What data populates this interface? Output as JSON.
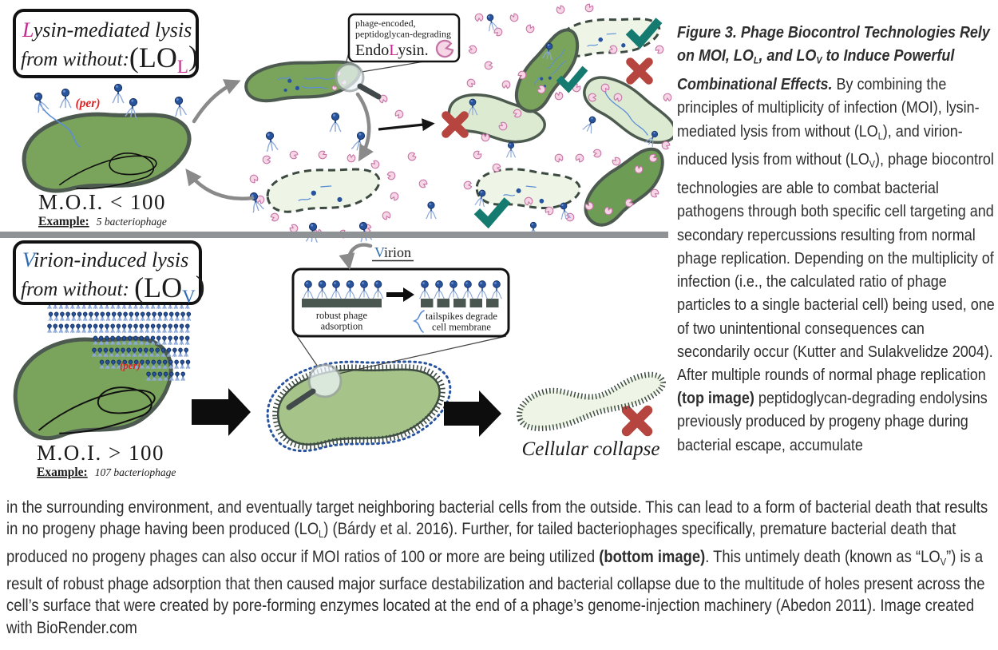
{
  "lol_panel": {
    "title": {
      "initial": "L",
      "rest": "ysin-mediated lysis",
      "line2": "from without:",
      "lo_open": "(LO",
      "lo_sub": "L",
      "lo_close": ")"
    },
    "per_label": "(per)",
    "moi_label": "M.O.I. < 100",
    "example_label": "Example:",
    "example_value": "5 bacteriophage",
    "endolysin_box": {
      "line1": "phage-encoded,",
      "line2": "peptidoglycan-degrading",
      "word_pre": "Endo",
      "word_accent": "L",
      "word_post": "ysin."
    }
  },
  "lov_panel": {
    "title": {
      "initial": "V",
      "rest": "irion-induced lysis",
      "line2": "from without: ",
      "lo_open": "(LO",
      "lo_sub": "V",
      "lo_close": ")"
    },
    "per_label": "(per)",
    "moi_label": "M.O.I. > 100",
    "example_label": "Example:",
    "example_value": "107 bacteriophage",
    "virion_callout": {
      "initial": "V",
      "rest": "irion"
    },
    "inset": {
      "left_label_line1": "robust phage",
      "left_label_line2": "adsorption",
      "right_label_line1": "tailspikes degrade",
      "right_label_line2": "cell membrane"
    },
    "collapse_label": "Cellular collapse"
  },
  "caption_side": {
    "segments": [
      {
        "t": "Figure 3. Phage Biocontrol Technologies Rely on MOI, LO",
        "b": true,
        "i": true
      },
      {
        "t": "L",
        "b": true,
        "i": true,
        "sub": true
      },
      {
        "t": ", and LO",
        "b": true,
        "i": true
      },
      {
        "t": "V",
        "b": true,
        "i": true,
        "sub": true
      },
      {
        "t": " to Induce Powerful Combinational Effects.",
        "b": true,
        "i": true
      },
      {
        "t": " By combining the principles of multiplicity of infection (MOI), lysin-mediated lysis from without (LO"
      },
      {
        "t": "L",
        "sub": true
      },
      {
        "t": "), and virion-induced lysis from without (LO"
      },
      {
        "t": "V",
        "sub": true
      },
      {
        "t": "), phage biocontrol technologies are able to combat bacterial pathogens through both specific cell targeting and secondary repercussions resulting from normal phage replication. Depending on the multiplicity of infection (i.e., the calculated ratio of phage particles to a single bacterial cell) being used, one of two unintentional consequences can secondarily occur (Kutter and Sulakvelidze 2004). After multiple rounds of normal phage replication "
      },
      {
        "t": "(top image)",
        "b": true
      },
      {
        "t": " peptidoglycan-degrading endolysins previously produced by progeny phage during bacterial escape, accumulate"
      }
    ]
  },
  "caption_bottom": {
    "segments": [
      {
        "t": "in the surrounding environment, and eventually target neighboring bacterial cells from the outside. This can lead to a form of bacterial death that results in no progeny phage having been produced (LO"
      },
      {
        "t": "L",
        "sub": true
      },
      {
        "t": ") (Bárdy et al. 2016). Further, for tailed bacteriophages specifically, premature bacterial death that produced no progeny phages can also occur if MOI ratios of 100 or more are being utilized "
      },
      {
        "t": "(bottom image)",
        "b": true
      },
      {
        "t": ". This untimely death (known as “LO"
      },
      {
        "t": "V",
        "sub": true
      },
      {
        "t": "”) is a result of robust phage adsorption that then caused major surface destabilization and bacterial collapse due to the multitude of holes present across the cell’s surface that were created by pore-forming enzymes located at the end of a phage’s genome-injection machinery (Abedon 2011). Image created with BioRender.com"
      }
    ]
  },
  "colors": {
    "magenta": "#c42a8e",
    "blue": "#2f6cb3",
    "label_red": "#e02424",
    "cell_green": "#7aa35c",
    "cell_green_dark": "#6d9c55",
    "cell_pale": "#dcead2",
    "cell_lysed": "#eef5e6",
    "cell_fringe": "#a6c48a",
    "outline": "#4d5a50",
    "phage_head": "#28539e",
    "phage_light": "#8fa9d8",
    "endolysin_fill": "#f6d5e5",
    "endolysin_stroke": "#c674a6",
    "check_teal": "#157a70",
    "cross_red": "#b5453e",
    "arrow_gray": "#8a8a8a",
    "divider": "#8f9396",
    "ink": "#1c1c1c",
    "caption_ink": "#2e2e2e"
  }
}
